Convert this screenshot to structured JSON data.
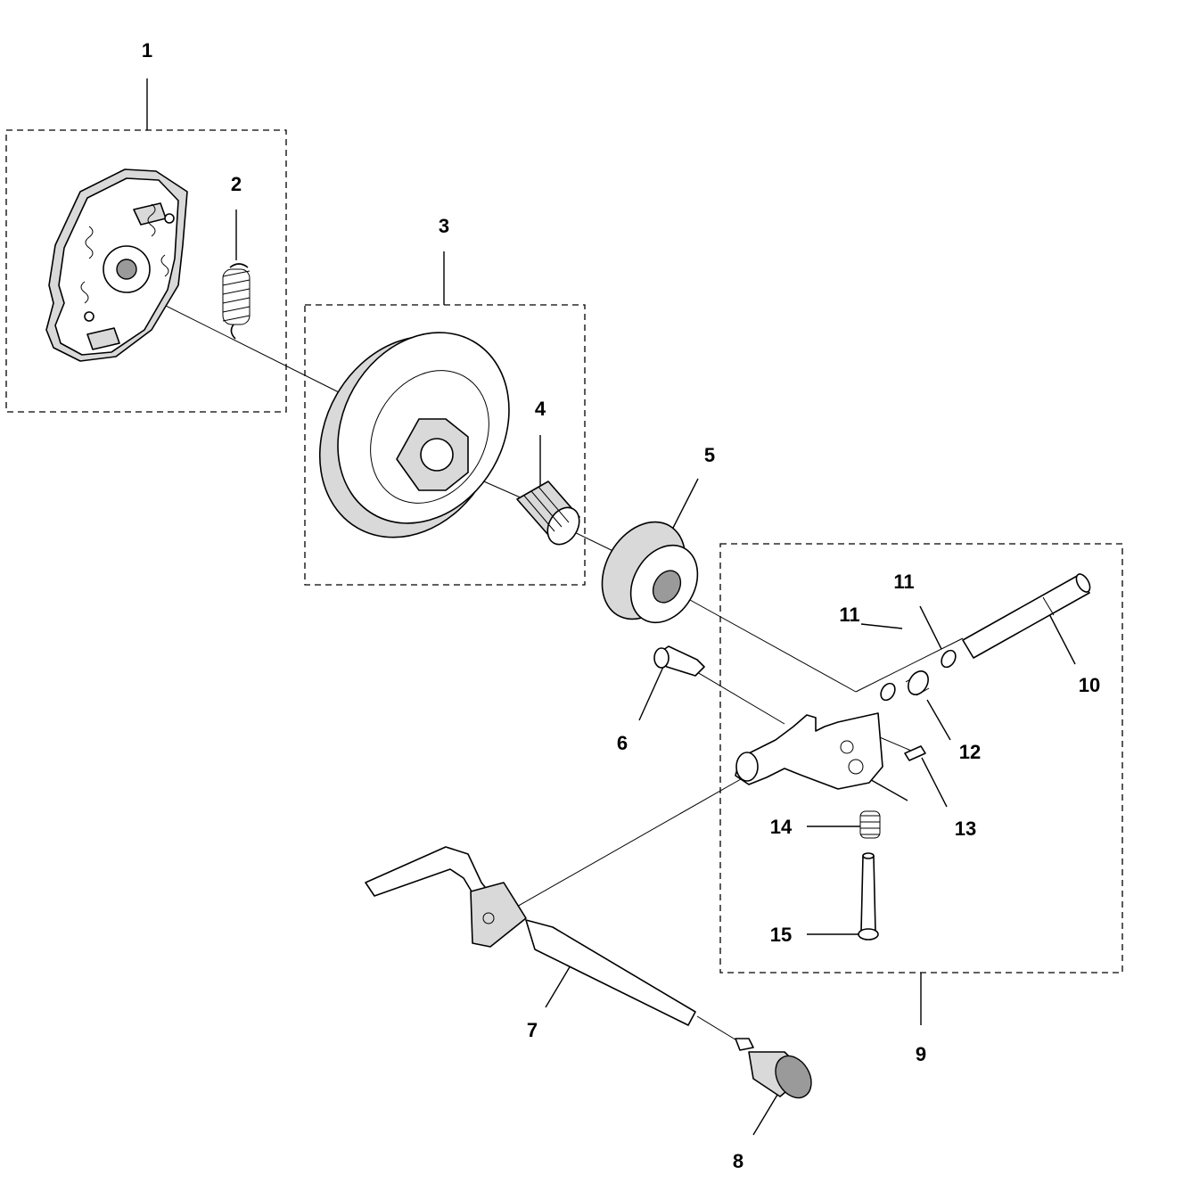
{
  "diagram": {
    "callouts": {
      "c1": "1",
      "c2": "2",
      "c3": "3",
      "c4": "4",
      "c5": "5",
      "c6": "6",
      "c7": "7",
      "c8": "8",
      "c9": "9",
      "c10": "10",
      "c11a": "11",
      "c11b": "11",
      "c12": "12",
      "c13": "13",
      "c14": "14",
      "c15": "15"
    }
  }
}
